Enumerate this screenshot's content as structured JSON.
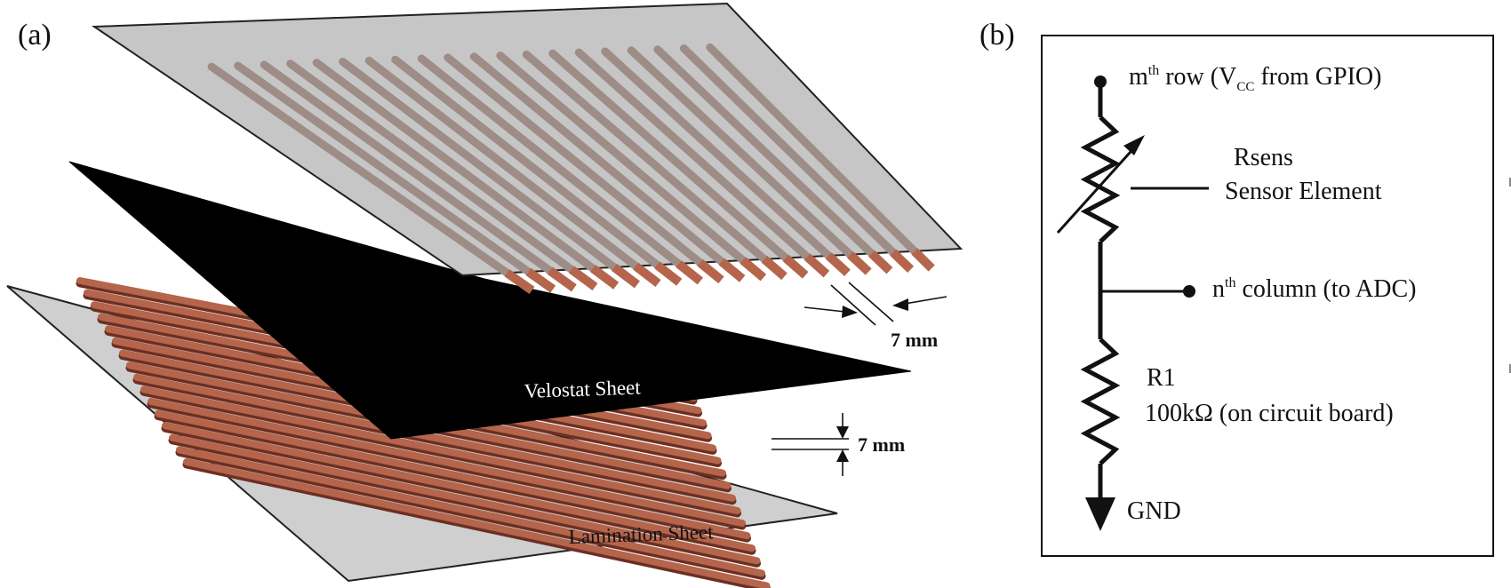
{
  "panels": {
    "a": {
      "label": "(a)",
      "velostat_label": "Velostat Sheet",
      "lamination_label": "Lamination Sheet",
      "dim_top": "7 mm",
      "dim_bottom": "7 mm"
    },
    "b": {
      "label": "(b)",
      "row_label": {
        "pre": "m",
        "sup": "th",
        "mid": " row (V",
        "sub": "CC",
        "post": " from GPIO)"
      },
      "rsens_name": "Rsens",
      "rsens_desc": "Sensor Element",
      "column_label": {
        "pre": "n",
        "sup": "th",
        "post": " column (to ADC)"
      },
      "r1_name": "R1",
      "r1_desc": "100kΩ (on circuit board)",
      "gnd_label": "GND"
    }
  },
  "colors": {
    "copper": "#b5654b",
    "copper_dark": "#6b2f22",
    "sheet_gray": "#c8c8c8",
    "top_sheet": "#bdbdbd",
    "velostat": "#000000"
  }
}
